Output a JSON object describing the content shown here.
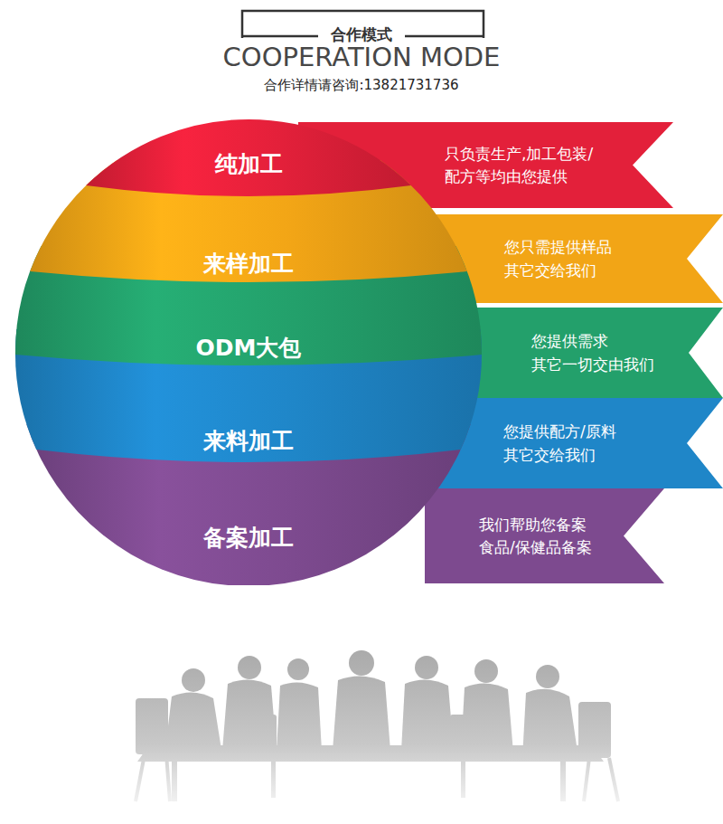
{
  "diagram": {
    "title": "合作模式",
    "nodes": [
      {
        "text": [
          "纯加工"
        ]
      },
      {
        "text": [
          "只负责生产,加工包装/ 配方等均由您提供"
        ]
      },
      {
        "text": [
          "来样加工"
        ]
      },
      {
        "text": [
          "您只需提供样品 其它交给我们"
        ]
      },
      {
        "text": [
          "ODM大包"
        ]
      },
      {
        "text": [
          "您提供需求 其它一切交由我们"
        ]
      },
      {
        "text": [
          "来料加工"
        ]
      },
      {
        "text": [
          "您提供配方/原料 其它交给我们"
        ]
      },
      {
        "text": [
          "备案加工"
        ]
      },
      {
        "text": [
          "我们帮助您备案 食品/保健品备案"
        ]
      }
    ],
    "labels": [
      "COOPERATION MODE",
      "合作详情请咨询:13821731736"
    ]
  }
}
